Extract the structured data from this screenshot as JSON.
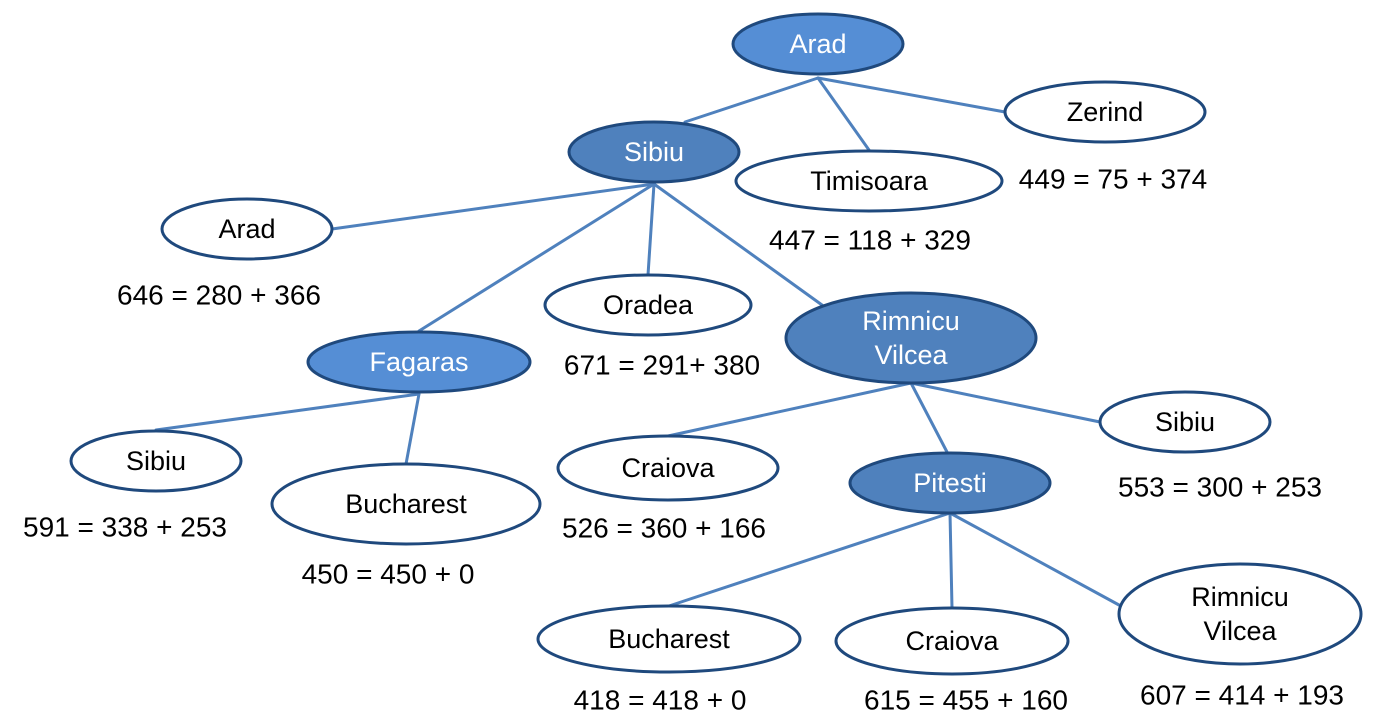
{
  "nodes": [
    {
      "id": "n_arad_root",
      "label_lines": [
        "Arad"
      ],
      "style": "light"
    },
    {
      "id": "n_sibiu",
      "label_lines": [
        "Sibiu"
      ],
      "style": "mid"
    },
    {
      "id": "n_timisoara",
      "label_lines": [
        "Timisoara"
      ],
      "style": "leaf",
      "cost": "447 = 118 + 329"
    },
    {
      "id": "n_zerind",
      "label_lines": [
        "Zerind"
      ],
      "style": "leaf",
      "cost": "449 = 75 + 374"
    },
    {
      "id": "n_arad_2",
      "label_lines": [
        "Arad"
      ],
      "style": "leaf",
      "cost": "646 = 280 + 366"
    },
    {
      "id": "n_fagaras",
      "label_lines": [
        "Fagaras"
      ],
      "style": "light"
    },
    {
      "id": "n_oradea",
      "label_lines": [
        "Oradea"
      ],
      "style": "leaf",
      "cost": "671 = 291+ 380"
    },
    {
      "id": "n_rimnicu",
      "label_lines": [
        "Rimnicu",
        "Vilcea"
      ],
      "style": "mid"
    },
    {
      "id": "n_sibiu_f",
      "label_lines": [
        "Sibiu"
      ],
      "style": "leaf",
      "cost": "591 = 338 + 253"
    },
    {
      "id": "n_bucharest_f",
      "label_lines": [
        "Bucharest"
      ],
      "style": "leaf",
      "cost": "450 = 450 + 0"
    },
    {
      "id": "n_craiova_r",
      "label_lines": [
        "Craiova"
      ],
      "style": "leaf",
      "cost": "526 = 360 + 166"
    },
    {
      "id": "n_pitesti",
      "label_lines": [
        "Pitesti"
      ],
      "style": "mid"
    },
    {
      "id": "n_sibiu_r",
      "label_lines": [
        "Sibiu"
      ],
      "style": "leaf",
      "cost": "553 = 300 + 253"
    },
    {
      "id": "n_bucharest_p",
      "label_lines": [
        "Bucharest"
      ],
      "style": "leaf",
      "cost": "418 = 418 + 0"
    },
    {
      "id": "n_craiova_p",
      "label_lines": [
        "Craiova"
      ],
      "style": "leaf",
      "cost": "615 = 455 + 160"
    },
    {
      "id": "n_rimnicu_p",
      "label_lines": [
        "Rimnicu",
        "Vilcea"
      ],
      "style": "leaf",
      "cost": "607 = 414 + 193"
    }
  ],
  "edges": [
    {
      "from": "n_arad_root",
      "to": "n_sibiu"
    },
    {
      "from": "n_arad_root",
      "to": "n_timisoara"
    },
    {
      "from": "n_arad_root",
      "to": "n_zerind"
    },
    {
      "from": "n_sibiu",
      "to": "n_arad_2"
    },
    {
      "from": "n_sibiu",
      "to": "n_fagaras"
    },
    {
      "from": "n_sibiu",
      "to": "n_oradea"
    },
    {
      "from": "n_sibiu",
      "to": "n_rimnicu"
    },
    {
      "from": "n_fagaras",
      "to": "n_sibiu_f"
    },
    {
      "from": "n_fagaras",
      "to": "n_bucharest_f"
    },
    {
      "from": "n_rimnicu",
      "to": "n_craiova_r"
    },
    {
      "from": "n_rimnicu",
      "to": "n_pitesti"
    },
    {
      "from": "n_rimnicu",
      "to": "n_sibiu_r"
    },
    {
      "from": "n_pitesti",
      "to": "n_bucharest_p"
    },
    {
      "from": "n_pitesti",
      "to": "n_craiova_p"
    },
    {
      "from": "n_pitesti",
      "to": "n_rimnicu_p"
    }
  ]
}
